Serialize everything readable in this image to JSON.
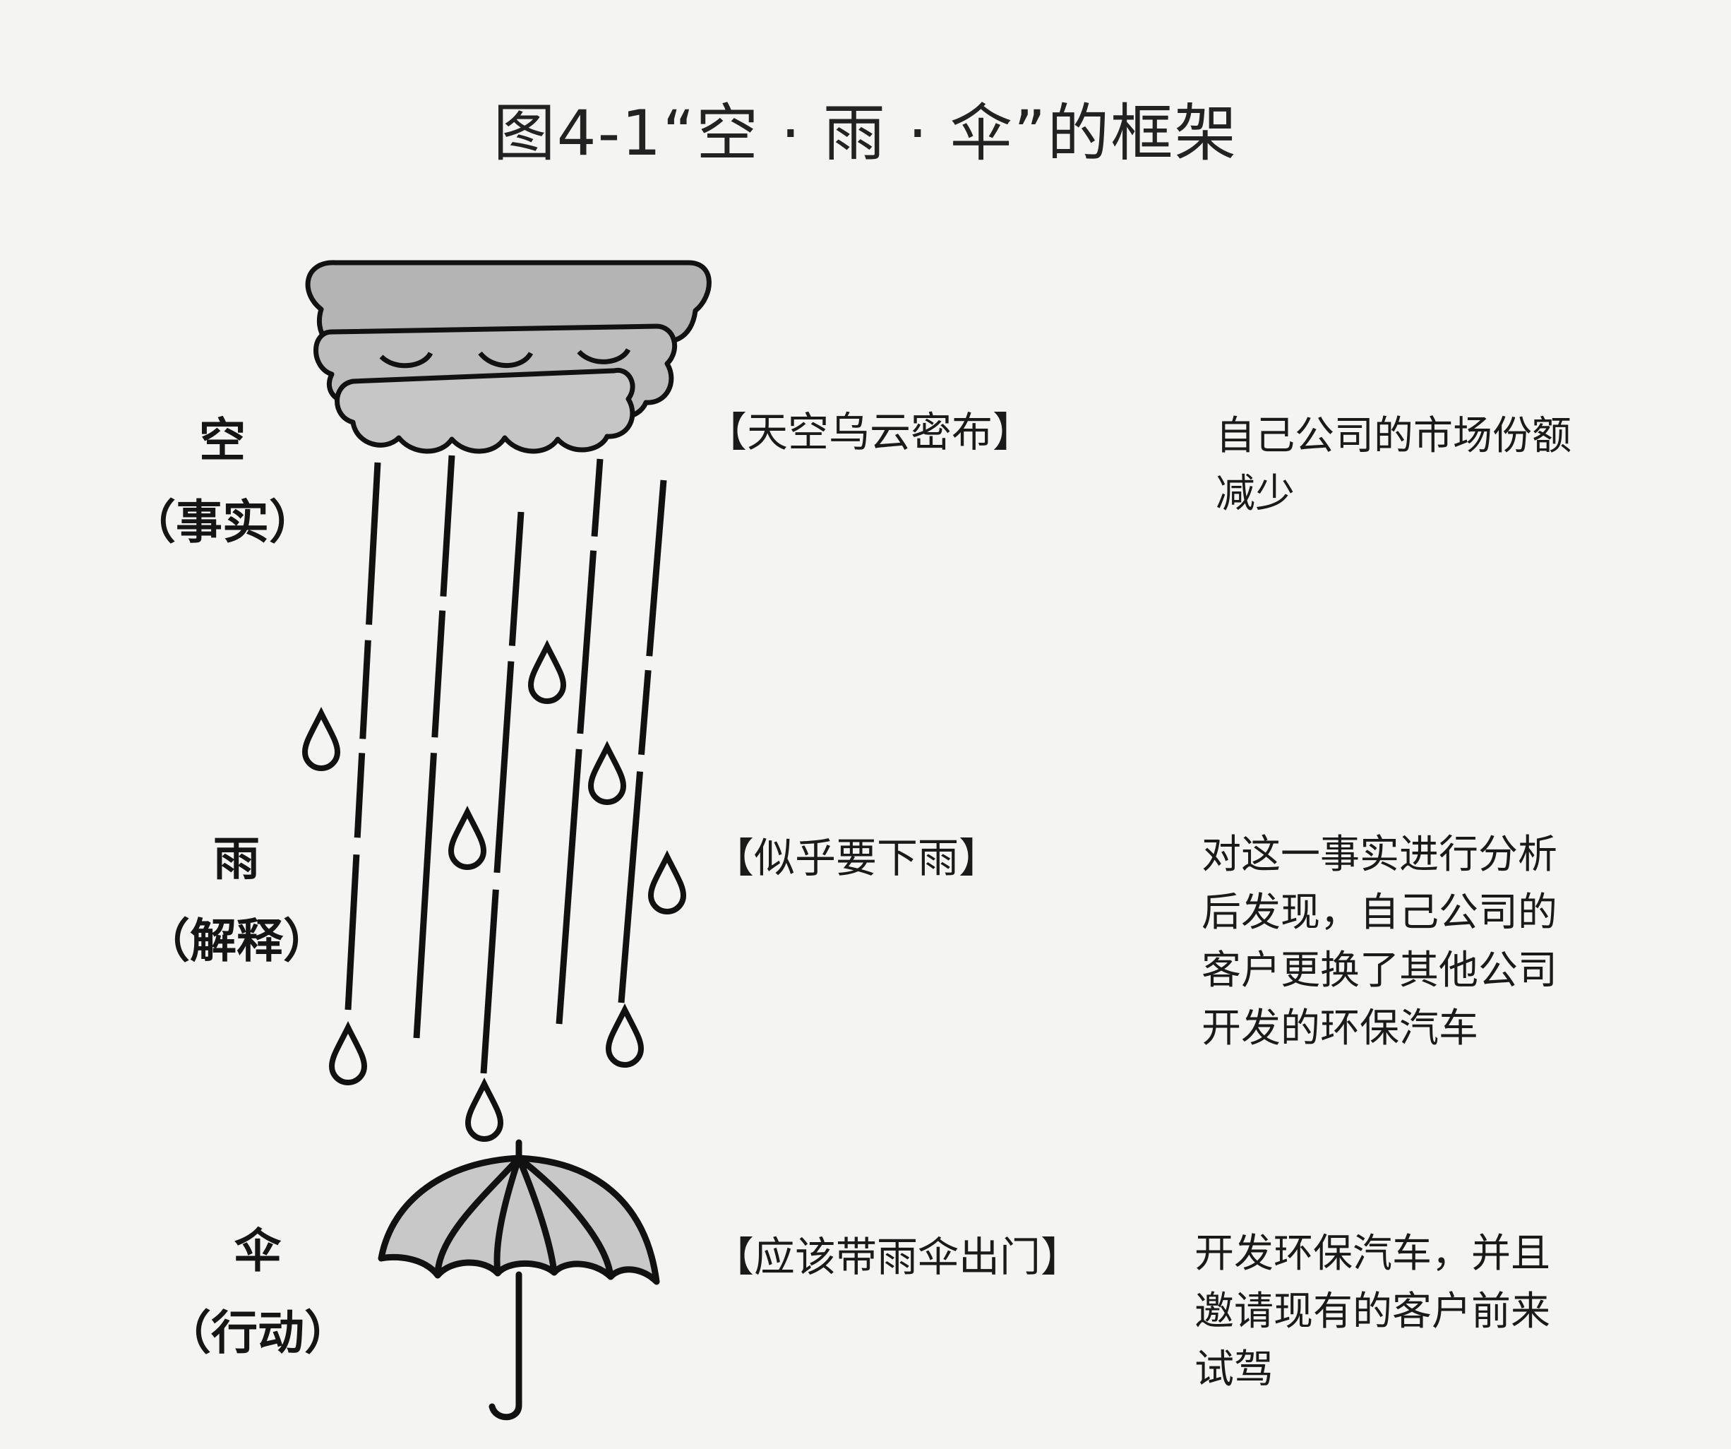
{
  "title": "图4-1“空 · 雨 · 伞”的框架",
  "rows": [
    {
      "key": "sky",
      "label": "空",
      "sublabel": "（事实）",
      "bracket": "【天空乌云密布】",
      "desc": [
        "自己公司的市场份额",
        "减少"
      ]
    },
    {
      "key": "rain",
      "label": "雨",
      "sublabel": "（解释）",
      "bracket": "【似乎要下雨】",
      "desc": [
        "对这一事实进行分析",
        "后发现，自己公司的",
        "客户更换了其他公司",
        "开发的环保汽车"
      ]
    },
    {
      "key": "umbrella",
      "label": "伞",
      "sublabel": "（行动）",
      "bracket": "【应该带雨伞出门】",
      "desc": [
        "开发环保汽车，并且",
        "邀请现有的客户前来",
        "试驾"
      ]
    }
  ],
  "icons": [
    "cloud-icon",
    "rain-icon",
    "raindrop-icon",
    "umbrella-icon"
  ],
  "colors": {
    "background": "#f4f4f2",
    "cloud_fill": "#b8b8b8",
    "umbrella_fill": "#c8c8c8",
    "ink": "#111111"
  }
}
